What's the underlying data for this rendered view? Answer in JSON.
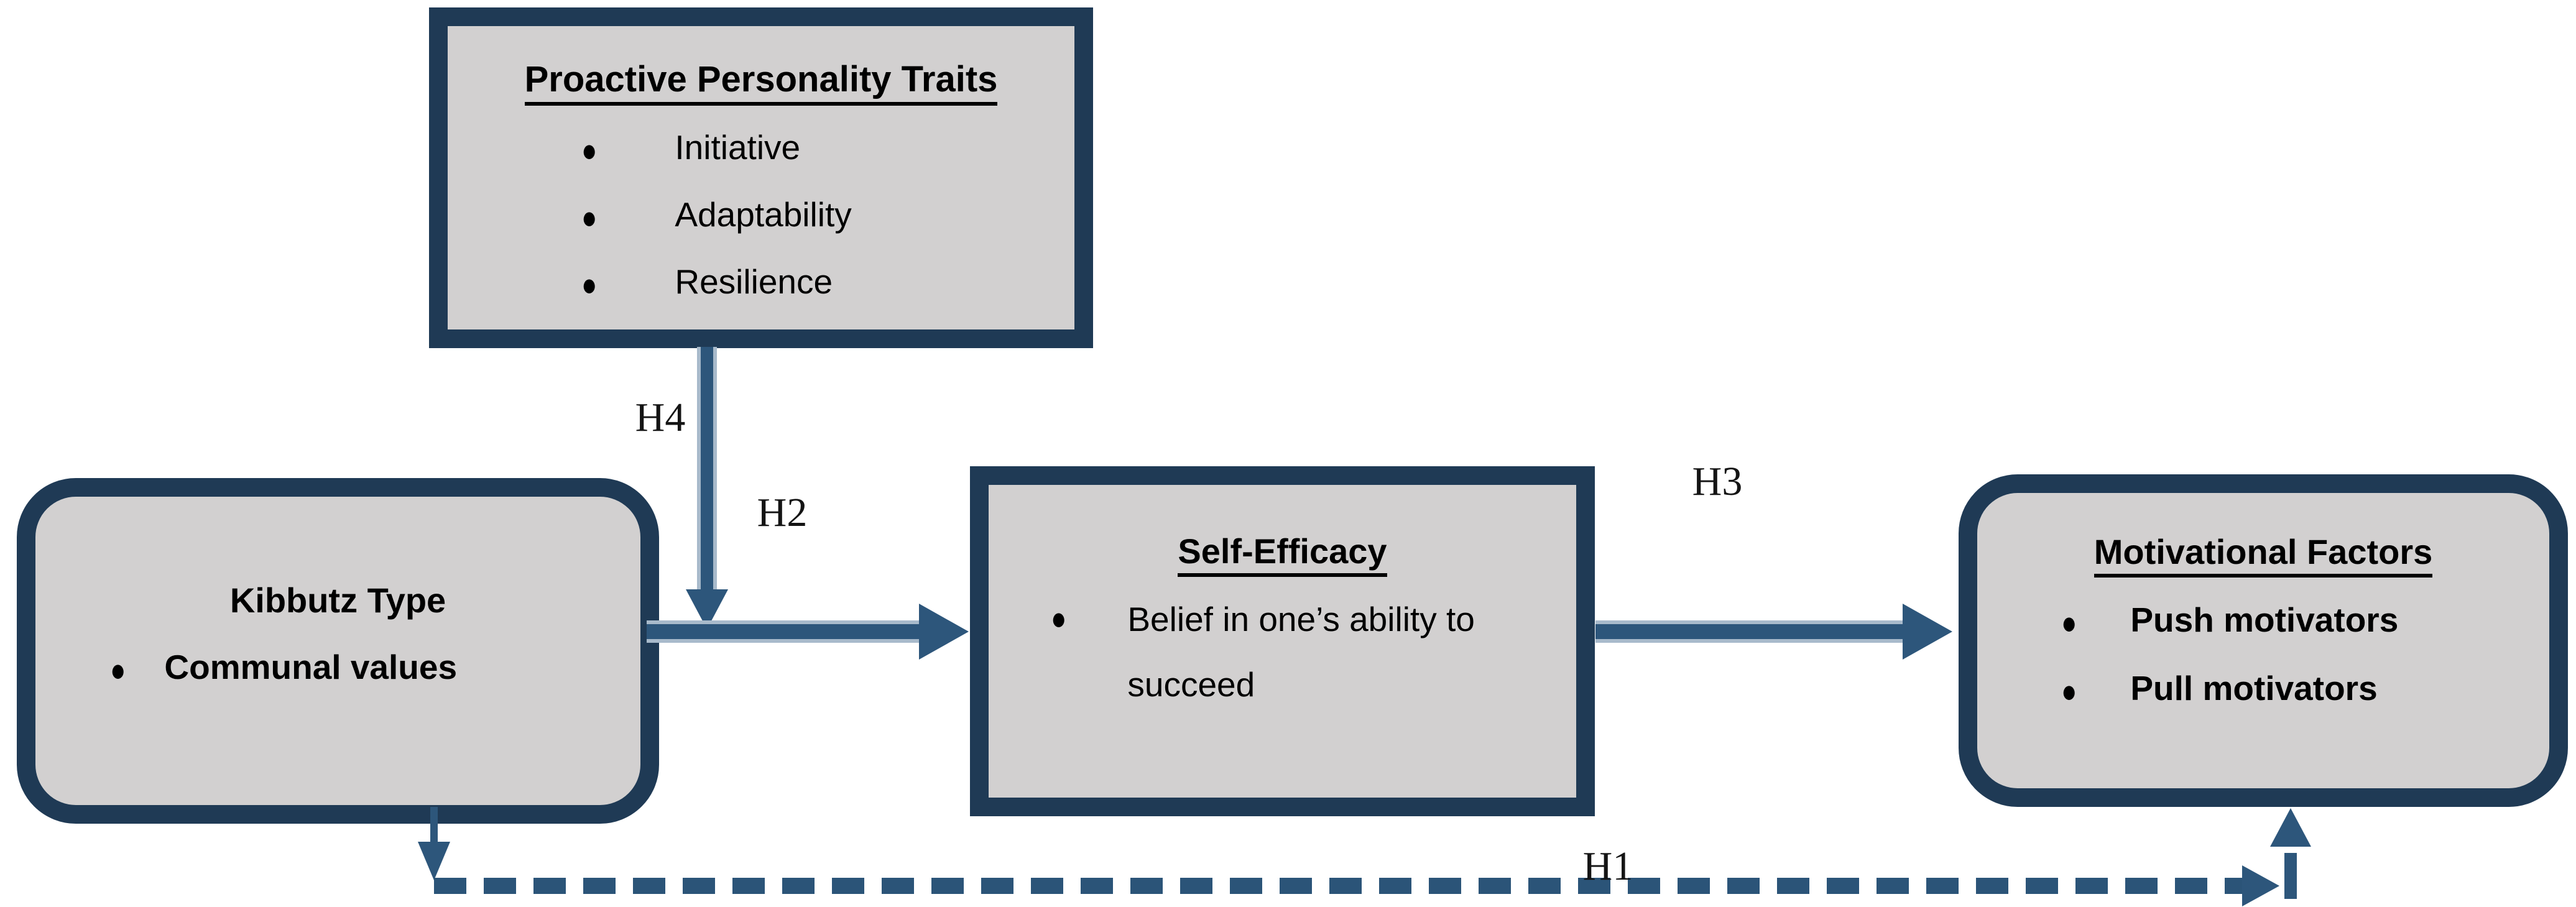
{
  "diagram": {
    "boxes": {
      "proactive_personality": {
        "title": "Proactive Personality Traits",
        "items": [
          "Initiative",
          "Adaptability",
          "Resilience"
        ]
      },
      "kibbutz_type": {
        "title": "Kibbutz Type",
        "items": [
          "Communal values"
        ]
      },
      "self_efficacy": {
        "title": "Self-Efficacy",
        "items": [
          "Belief in one’s ability to succeed"
        ]
      },
      "motivational_factors": {
        "title": "Motivational Factors",
        "items": [
          "Push motivators",
          "Pull motivators"
        ]
      }
    },
    "hypothesis_labels": {
      "h1": "H1",
      "h2": "H2",
      "h3": "H3",
      "h4": "H4"
    },
    "bullet_glyph": "●",
    "colors": {
      "box_border": "#1f3a55",
      "box_fill": "#d2d0d0",
      "arrow": "#2d567b",
      "arrow_halo": "#a8bacb",
      "text": "#000000",
      "background": "#ffffff"
    }
  }
}
